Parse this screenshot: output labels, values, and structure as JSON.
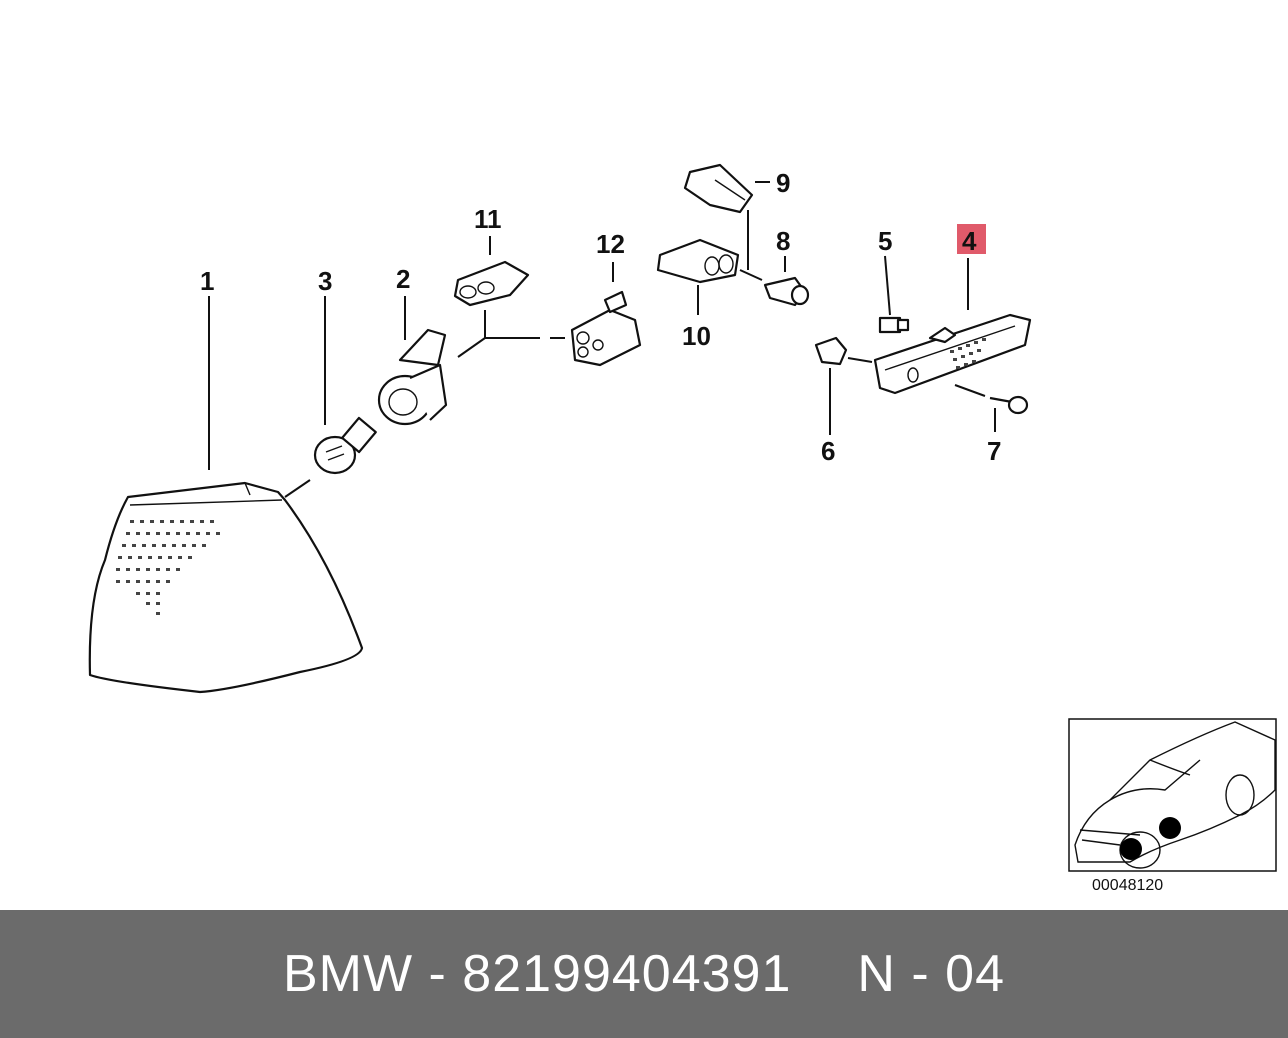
{
  "diagram": {
    "callouts": [
      {
        "id": "1",
        "label": "1"
      },
      {
        "id": "2",
        "label": "2"
      },
      {
        "id": "3",
        "label": "3"
      },
      {
        "id": "4",
        "label": "4",
        "highlighted": true
      },
      {
        "id": "5",
        "label": "5"
      },
      {
        "id": "6",
        "label": "6"
      },
      {
        "id": "7",
        "label": "7"
      },
      {
        "id": "8",
        "label": "8"
      },
      {
        "id": "9",
        "label": "9"
      },
      {
        "id": "10",
        "label": "10"
      },
      {
        "id": "11",
        "label": "11"
      },
      {
        "id": "12",
        "label": "12"
      }
    ],
    "highlight_color": "#e05a6a",
    "inset_code": "00048120"
  },
  "footer": {
    "brand_part": "BMW - 82199404391",
    "section": "N - 04",
    "background": "#6b6b6b"
  }
}
